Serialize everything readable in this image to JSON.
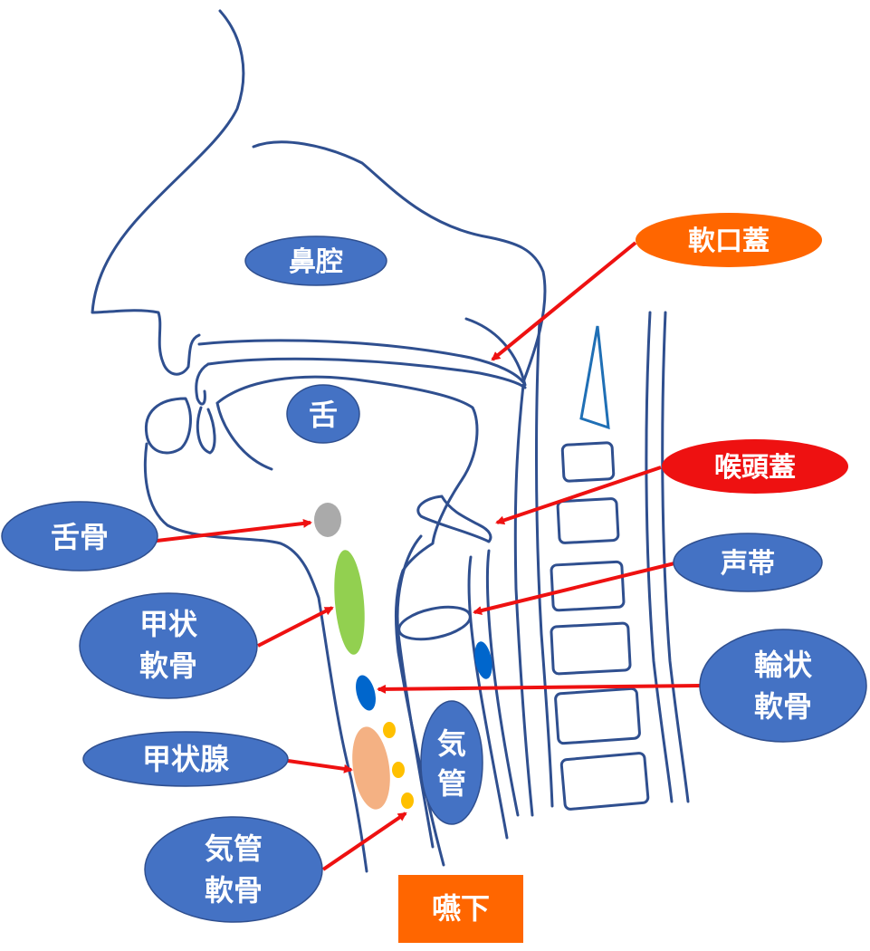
{
  "labels": {
    "nasal_cavity": "鼻腔",
    "tongue": "舌",
    "soft_palate": "軟口蓋",
    "epiglottis": "喉頭蓋",
    "hyoid": "舌骨",
    "vocal_cords": "声帯",
    "thyroid_cartilage_1": "甲状",
    "thyroid_cartilage_2": "軟骨",
    "cricoid_cartilage_1": "輪状",
    "cricoid_cartilage_2": "軟骨",
    "thyroid_gland": "甲状腺",
    "trachea_1": "気",
    "trachea_2": "管",
    "tracheal_cartilage_1": "気管",
    "tracheal_cartilage_2": "軟骨",
    "swallowing": "嚥下"
  },
  "colors": {
    "label_blue": "#4472c4",
    "label_orange": "#ff6600",
    "label_red": "#ee1111",
    "outline": "#2f4f8f",
    "arrow": "#ee1111",
    "hyoid_bone": "#aaaaaa",
    "thyroid_cartilage": "#92d050",
    "cricoid_cartilage": "#0066cc",
    "thyroid_gland": "#f4b183",
    "tracheal_cartilage": "#ffc000",
    "swallow_box": "#ff6600"
  }
}
